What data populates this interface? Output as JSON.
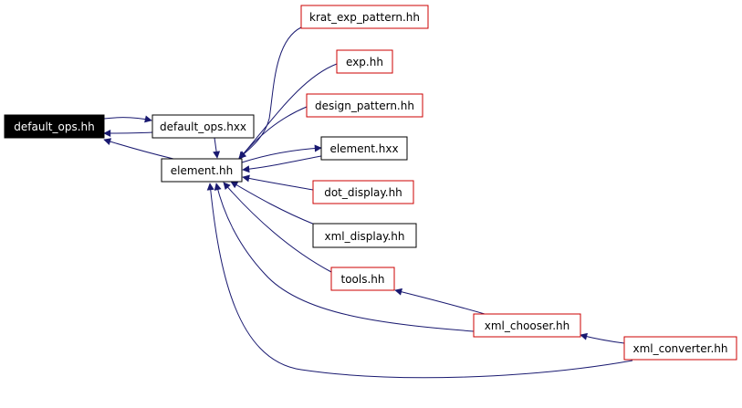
{
  "colors": {
    "edge": "#191970",
    "border_internal": "#cc0000",
    "border_plain": "#000000",
    "root_fill": "#000000",
    "root_text": "#ffffff",
    "node_fill": "#ffffff",
    "node_text": "#000000"
  },
  "nodes": {
    "default_ops_hh": {
      "label": "default_ops.hh",
      "style": "root"
    },
    "default_ops_hxx": {
      "label": "default_ops.hxx",
      "style": "plain"
    },
    "element_hh": {
      "label": "element.hh",
      "style": "plain"
    },
    "krat_exp_pattern": {
      "label": "krat_exp_pattern.hh",
      "style": "linked"
    },
    "exp_hh": {
      "label": "exp.hh",
      "style": "linked"
    },
    "design_pattern": {
      "label": "design_pattern.hh",
      "style": "linked"
    },
    "element_hxx": {
      "label": "element.hxx",
      "style": "plain"
    },
    "dot_display": {
      "label": "dot_display.hh",
      "style": "linked"
    },
    "xml_display": {
      "label": "xml_display.hh",
      "style": "plain"
    },
    "tools_hh": {
      "label": "tools.hh",
      "style": "linked"
    },
    "xml_chooser": {
      "label": "xml_chooser.hh",
      "style": "linked"
    },
    "xml_converter": {
      "label": "xml_converter.hh",
      "style": "linked"
    }
  },
  "edges": [
    {
      "from": "default_ops_hxx",
      "to": "default_ops_hh"
    },
    {
      "from": "default_ops_hh",
      "to": "default_ops_hxx"
    },
    {
      "from": "element_hh",
      "to": "default_ops_hh"
    },
    {
      "from": "krat_exp_pattern",
      "to": "element_hh"
    },
    {
      "from": "exp_hh",
      "to": "element_hh"
    },
    {
      "from": "design_pattern",
      "to": "element_hh"
    },
    {
      "from": "element_hh",
      "to": "element_hxx"
    },
    {
      "from": "element_hxx",
      "to": "element_hh"
    },
    {
      "from": "default_ops_hxx",
      "to": "element_hh"
    },
    {
      "from": "dot_display",
      "to": "element_hh"
    },
    {
      "from": "xml_display",
      "to": "element_hh"
    },
    {
      "from": "tools_hh",
      "to": "element_hh"
    },
    {
      "from": "xml_chooser",
      "to": "element_hh"
    },
    {
      "from": "xml_converter",
      "to": "element_hh"
    },
    {
      "from": "xml_chooser",
      "to": "tools_hh"
    },
    {
      "from": "xml_converter",
      "to": "xml_chooser"
    }
  ]
}
